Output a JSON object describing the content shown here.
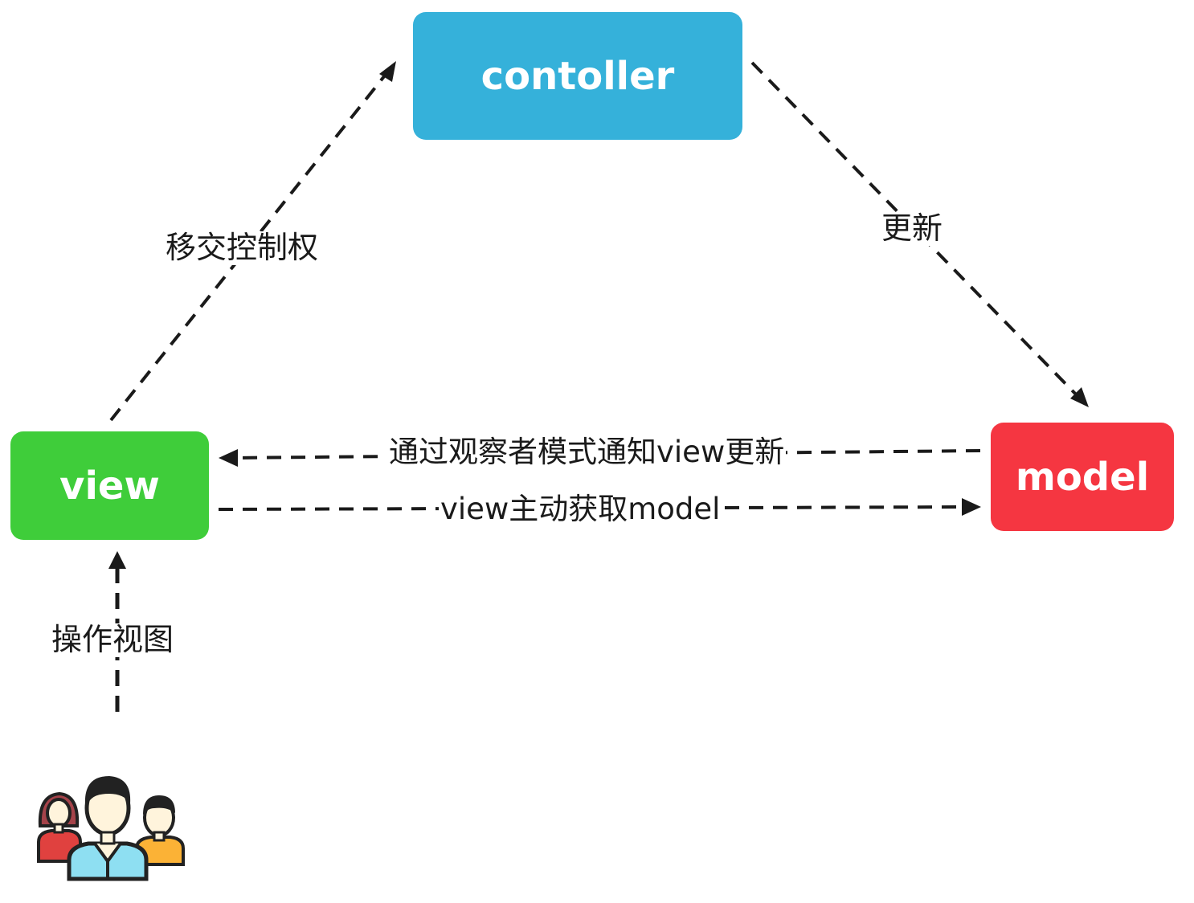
{
  "nodes": {
    "controller": {
      "label": "contoller",
      "color": "#35b1da"
    },
    "view": {
      "label": "view",
      "color": "#3fcd3a"
    },
    "model": {
      "label": "model",
      "color": "#f53641"
    }
  },
  "edges": {
    "view_to_controller": "移交控制权",
    "controller_to_model": "更新",
    "model_to_view": "通过观察者模式通知view更新",
    "view_to_model": "view主动获取model",
    "user_to_view": "操作视图"
  },
  "icons": {
    "users": "users-group-icon"
  }
}
